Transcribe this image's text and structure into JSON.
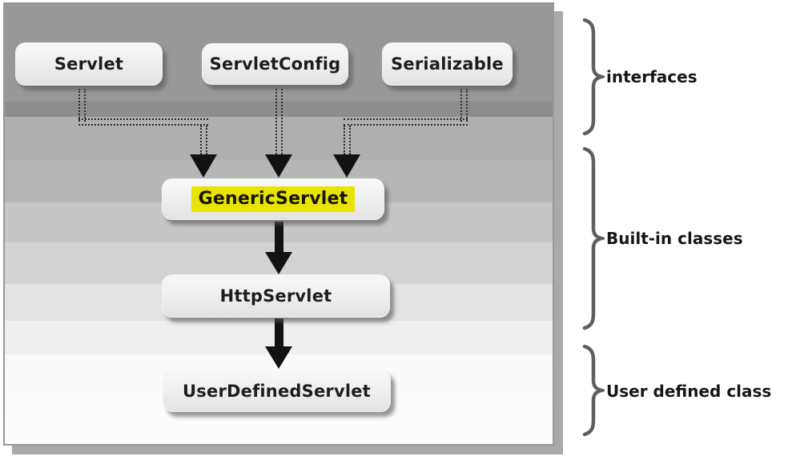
{
  "diagram": {
    "interfaces": [
      {
        "label": "Servlet"
      },
      {
        "label": "ServletConfig"
      },
      {
        "label": "Serializable"
      }
    ],
    "classes": [
      {
        "label": "GenericServlet",
        "highlighted": true
      },
      {
        "label": "HttpServlet",
        "highlighted": false
      },
      {
        "label": "UserDefinedServlet",
        "highlighted": false
      }
    ],
    "groups": [
      {
        "label": "interfaces"
      },
      {
        "label": "Built-in classes"
      },
      {
        "label": "User defined class"
      }
    ],
    "edges": [
      {
        "from": "Servlet",
        "to": "GenericServlet",
        "style": "dotted"
      },
      {
        "from": "ServletConfig",
        "to": "GenericServlet",
        "style": "dotted"
      },
      {
        "from": "Serializable",
        "to": "GenericServlet",
        "style": "dotted"
      },
      {
        "from": "GenericServlet",
        "to": "HttpServlet",
        "style": "solid"
      },
      {
        "from": "HttpServlet",
        "to": "UserDefinedServlet",
        "style": "solid"
      }
    ],
    "colors": {
      "highlight": "#e9e300",
      "arrow": "#121212",
      "dotted_line": "#2b2b2b",
      "brace": "#5e5e5e",
      "panel_top": "#989898",
      "panel_bottom": "#fdfdfd"
    }
  }
}
